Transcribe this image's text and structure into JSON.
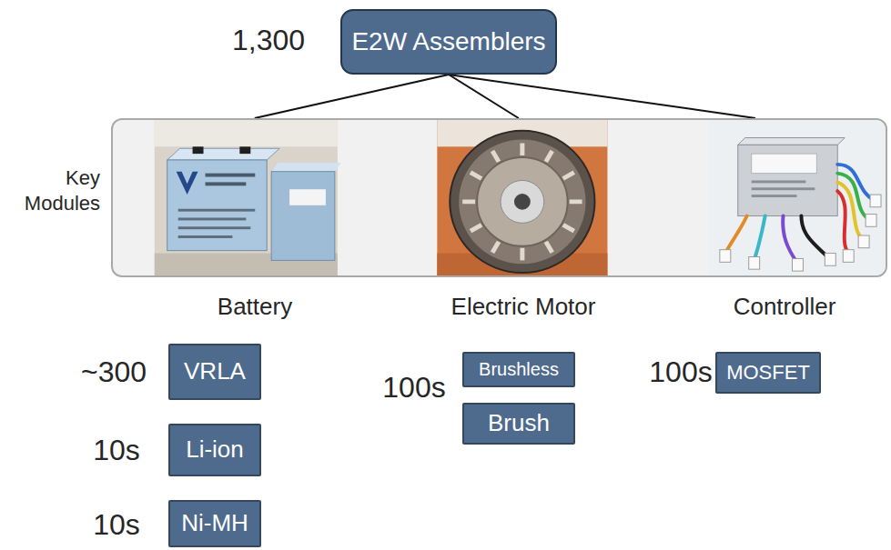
{
  "diagram": {
    "nodes": [
      {
        "text": [
          "E2W Assemblers"
        ]
      },
      {
        "text": [
          "Key Modules"
        ]
      },
      {
        "text": [
          "VRLA"
        ]
      },
      {
        "text": [
          "Li-ion"
        ]
      },
      {
        "text": [
          "Ni-MH"
        ]
      },
      {
        "text": [
          "Brushless"
        ]
      },
      {
        "text": [
          "Brush"
        ]
      },
      {
        "text": [
          "MOSFET"
        ]
      }
    ],
    "edges": [
      {
        "from": 0,
        "to": 1,
        "arrow": "none"
      },
      {
        "from": 0,
        "to": 1,
        "arrow": "none"
      },
      {
        "from": 0,
        "to": 1,
        "arrow": "none"
      }
    ],
    "labels": [
      "1,300",
      "Battery",
      "Electric Motor",
      "Controller",
      "~300",
      "100s",
      "100s",
      "10s",
      "10s"
    ]
  }
}
